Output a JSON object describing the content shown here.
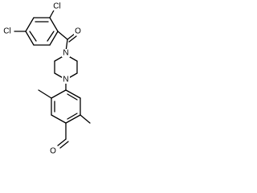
{
  "molecule": {
    "atom_labels": {
      "chlorine_ortho": "Cl",
      "chlorine_para": "Cl",
      "carbonyl_oxygen": "O",
      "piperazine_n_top": "N",
      "piperazine_n_bottom": "N",
      "aldehyde_oxygen": "O"
    }
  },
  "colors": {
    "bond": "#000000",
    "background": "#ffffff"
  }
}
